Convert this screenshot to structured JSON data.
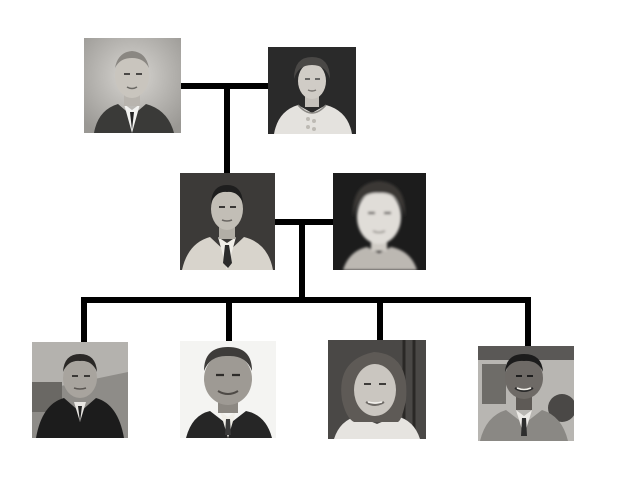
{
  "diagram": {
    "kind": "family-tree",
    "line_color": "#000000",
    "background": "#ffffff",
    "generations": [
      {
        "level": 1,
        "members": [
          {
            "id": "gen1-person-a",
            "portrait": "man-suit-portrait",
            "tone": "sepia-gray"
          },
          {
            "id": "gen1-person-b",
            "portrait": "woman-lace-dress-portrait",
            "tone": "gray"
          }
        ]
      },
      {
        "level": 2,
        "members": [
          {
            "id": "gen2-person-a",
            "portrait": "man-light-suit-portrait",
            "tone": "gray"
          },
          {
            "id": "gen2-person-b",
            "portrait": "woman-soft-focus-portrait",
            "tone": "gray"
          }
        ]
      },
      {
        "level": 3,
        "members": [
          {
            "id": "gen3-child-1",
            "portrait": "man-coat-outdoor-portrait",
            "tone": "gray"
          },
          {
            "id": "gen3-child-2",
            "portrait": "man-studio-portrait",
            "tone": "gray"
          },
          {
            "id": "gen3-child-3",
            "portrait": "woman-smiling-portrait",
            "tone": "gray"
          },
          {
            "id": "gen3-child-4",
            "portrait": "man-smiling-portrait",
            "tone": "gray"
          }
        ]
      }
    ]
  }
}
